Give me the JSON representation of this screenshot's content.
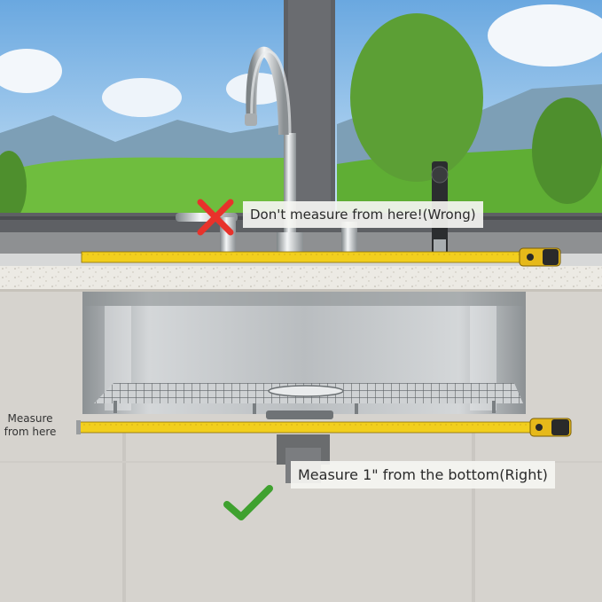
{
  "annotations": {
    "wrong_label": "Don't measure from here!(Wrong)",
    "right_label": "Measure 1\" from the bottom(Right)",
    "side_label_line1": "Measure",
    "side_label_line2": "from here"
  },
  "colors": {
    "sky": "#8fc1ea",
    "tape_yellow": "#f2cf1d",
    "wrong_mark": "#e8322b",
    "right_mark": "#3fa12f",
    "steel": "#b9bdc0"
  },
  "icons": {
    "wrong": "cross-icon",
    "right": "check-icon"
  }
}
